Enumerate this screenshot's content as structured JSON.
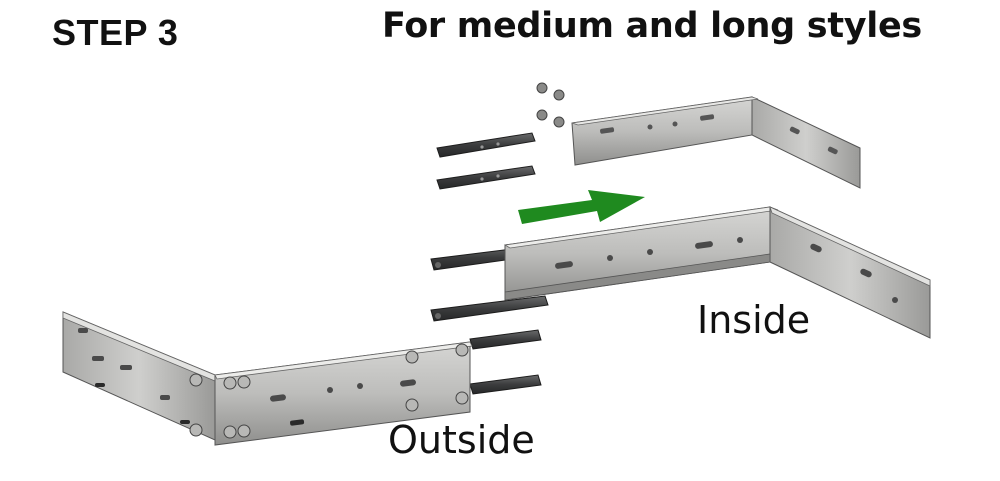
{
  "step_title": "STEP 3",
  "subtitle": "For medium and long styles",
  "labels": {
    "inside": "Inside",
    "outside": "Outside"
  },
  "colors": {
    "arrow": "#1f8a1f",
    "metal_light": "#c9c9c7",
    "metal_dark": "#6e6e6c",
    "rail": "#3a3b3c"
  },
  "icons": {
    "direction_arrow": "arrow-right-icon"
  }
}
